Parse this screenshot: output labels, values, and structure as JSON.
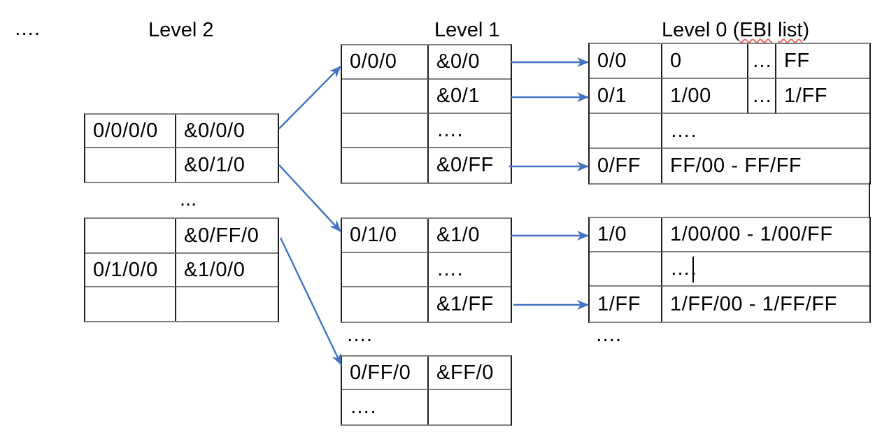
{
  "header": {
    "corner_ellipsis": "….",
    "level2_title": "Level 2",
    "level1_title": "Level 1",
    "level0_title": {
      "prefix": "Level 0 (",
      "word1": "EBI",
      "sep": " ",
      "word2": "list",
      "suffix": ")"
    }
  },
  "floating": {
    "between_level2_tables": "...",
    "below_level1_tables": "….",
    "below_level0_tables": "…."
  },
  "tables": {
    "level2_a": {
      "rows": [
        [
          "0/0/0/0",
          "&0/0/0"
        ],
        [
          "",
          "&0/1/0"
        ]
      ]
    },
    "level2_b": {
      "rows": [
        [
          "",
          "&0/FF/0"
        ],
        [
          "0/1/0/0",
          "&1/0/0"
        ],
        [
          "",
          ""
        ]
      ]
    },
    "level1_a": {
      "rows": [
        [
          "0/0/0",
          "&0/0"
        ],
        [
          "",
          "&0/1"
        ],
        [
          "",
          "…."
        ],
        [
          "",
          "&0/FF"
        ]
      ]
    },
    "level1_b": {
      "rows": [
        [
          "0/1/0",
          "&1/0"
        ],
        [
          "",
          "…."
        ],
        [
          "",
          "&1/FF"
        ]
      ]
    },
    "level1_c": {
      "rows": [
        [
          "0/FF/0",
          "&FF/0"
        ],
        [
          "….",
          ""
        ]
      ]
    },
    "level0_a": {
      "rows": [
        [
          "0/0",
          "0",
          "…",
          "FF"
        ],
        [
          "0/1",
          "1/00",
          "…",
          "1/FF"
        ],
        [
          "",
          "…."
        ],
        [
          "0/FF",
          "FF/00 - FF/FF"
        ]
      ]
    },
    "level0_b": {
      "rows": [
        [
          "1/0",
          "1/00/00 - 1/00/FF"
        ],
        [
          "",
          "…."
        ],
        [
          "1/FF",
          "1/FF/00 - 1/FF/FF"
        ]
      ]
    }
  },
  "colors": {
    "arrow": "#4472C4",
    "spellcheck_underline": "#F06A6A",
    "border_horizontal": "#808080",
    "border_vertical": "#1F1F1F",
    "text": "#000000"
  }
}
